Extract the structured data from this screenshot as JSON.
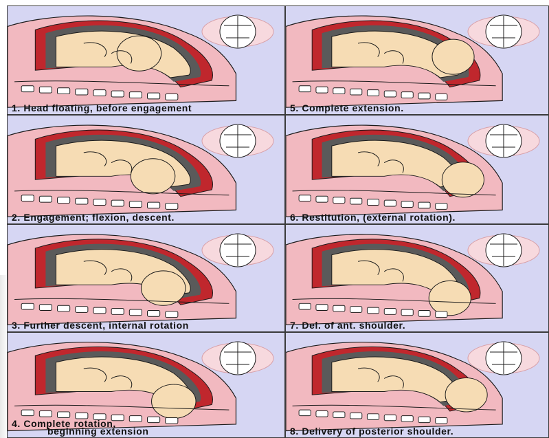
{
  "panels": [
    {
      "number": "1.",
      "caption": "Head floating, before engagement",
      "caption2": ""
    },
    {
      "number": "5.",
      "caption": "Complete extension.",
      "caption2": ""
    },
    {
      "number": "2.",
      "caption": "Engagement; flexion, descent.",
      "caption2": ""
    },
    {
      "number": "6.",
      "caption": "Restitution, (external rotation).",
      "caption2": ""
    },
    {
      "number": "3.",
      "caption": "Further descent, internal rotation",
      "caption2": ""
    },
    {
      "number": "7.",
      "caption": "Del. of ant. shoulder.",
      "caption2": ""
    },
    {
      "number": "4.",
      "caption": "Complete rotation,",
      "caption2": "beginning extension"
    },
    {
      "number": "8.",
      "caption": "Delivery of posterior shoulder.",
      "caption2": ""
    }
  ],
  "colors": {
    "background": "#d6d6f3",
    "uterus_pink": "#f2b9c0",
    "uterus_red": "#c0272d",
    "fetus_skin": "#f6dcb4",
    "spine": "#ffffff",
    "outline": "#1a1a1a"
  }
}
